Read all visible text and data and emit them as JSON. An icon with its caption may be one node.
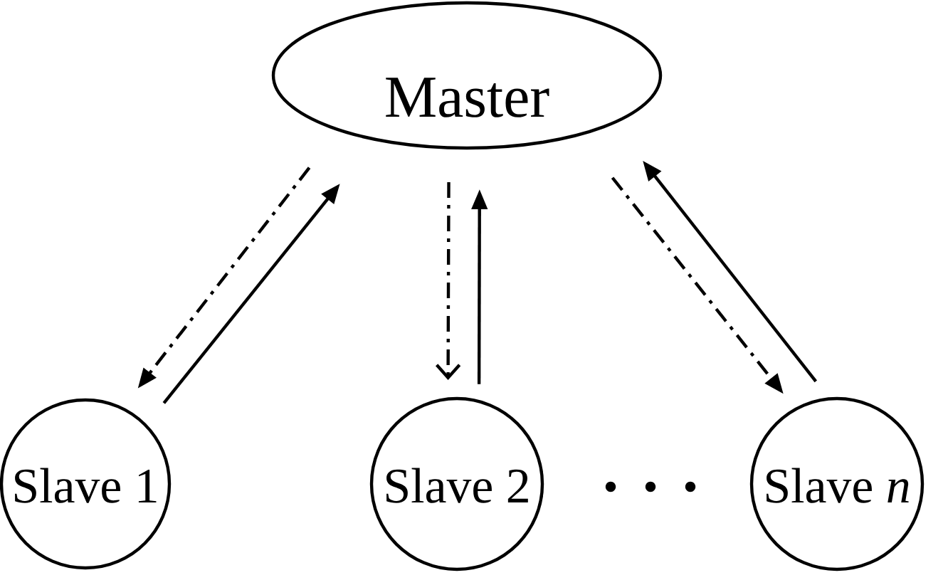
{
  "diagram": {
    "nodes": [
      {
        "text": [
          "Master"
        ]
      },
      {
        "text": [
          "Slave 1"
        ]
      },
      {
        "text": [
          "Slave 2"
        ]
      },
      {
        "text": [
          "Slave *n*"
        ]
      }
    ],
    "edges": [
      {
        "from": 0,
        "to": 1,
        "arrow": "to",
        "style": "dashed"
      },
      {
        "from": 1,
        "to": 0,
        "arrow": "to"
      },
      {
        "from": 0,
        "to": 2,
        "arrow": "to",
        "style": "dashed"
      },
      {
        "from": 2,
        "to": 0,
        "arrow": "to"
      },
      {
        "from": 0,
        "to": 3,
        "arrow": "to",
        "style": "dashed"
      },
      {
        "from": 3,
        "to": 0,
        "arrow": "to"
      }
    ]
  }
}
